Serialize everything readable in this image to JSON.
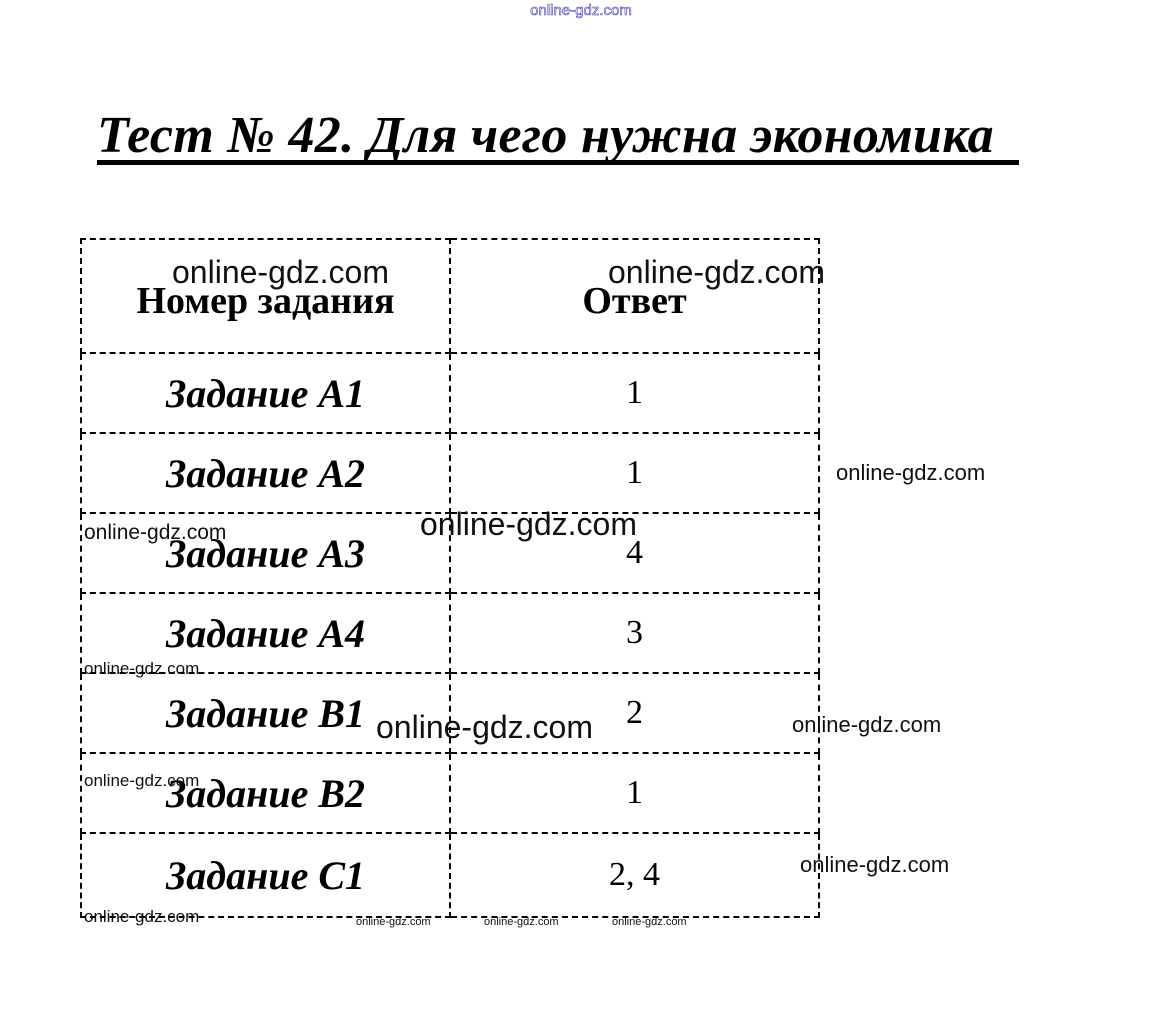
{
  "top_watermark": "online-gdz.com",
  "title": "Тест № 42. Для чего нужна экономика",
  "table": {
    "headers": [
      "Номер задания",
      "Ответ"
    ],
    "rows": [
      {
        "task": "Задание А1",
        "answer": "1"
      },
      {
        "task": "Задание А2",
        "answer": "1"
      },
      {
        "task": "Задание А3",
        "answer": "4"
      },
      {
        "task": "Задание А4",
        "answer": "3"
      },
      {
        "task": "Задание В1",
        "answer": "2"
      },
      {
        "task": "Задание В2",
        "answer": "1"
      },
      {
        "task": "Задание С1",
        "answer": "2, 4"
      }
    ]
  },
  "watermarks": [
    "online-gdz.com",
    "online-gdz.com",
    "online-gdz.com",
    "online-gdz.com",
    "online-gdz.com",
    "online-gdz.com",
    "online-gdz.com",
    "online-gdz.com",
    "online-gdz.com",
    "online-gdz.com",
    "online-gdz.com",
    "online-gdz.com",
    "online-gdz.com",
    "online-gdz.com"
  ]
}
